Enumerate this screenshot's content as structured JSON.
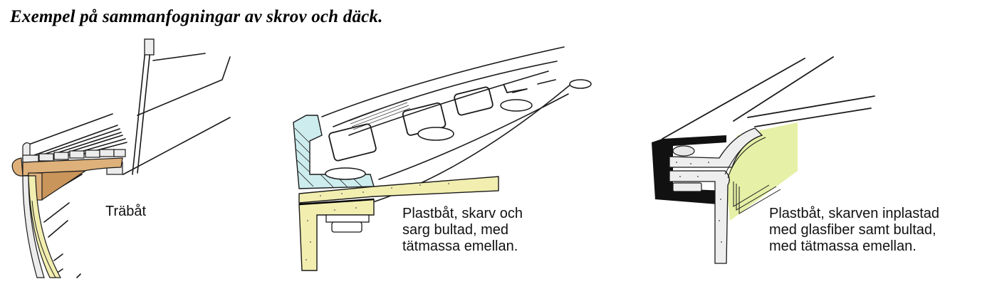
{
  "title": "Exempel på sammanfogningar av skrov och däck.",
  "colors": {
    "wood_tan": "#deb07a",
    "wood_dark": "#c9955a",
    "plastic_yellow": "#f2eeb0",
    "glass_green": "#e6f0a6",
    "fitting_blue": "#cdecee",
    "sealant_black": "#111111",
    "line": "#1a1a1a"
  },
  "panels": [
    {
      "id": "wood",
      "caption_lines": [
        "Träbåt"
      ]
    },
    {
      "id": "plastic-bolted",
      "caption_lines": [
        "Plastbåt, skarv och",
        "sarg bultad, med",
        "tätmassa emellan."
      ]
    },
    {
      "id": "plastic-laminated",
      "caption_lines": [
        "Plastbåt, skarven inplastad",
        "med glasfiber samt bultad,",
        "med tätmassa emellan."
      ]
    }
  ]
}
